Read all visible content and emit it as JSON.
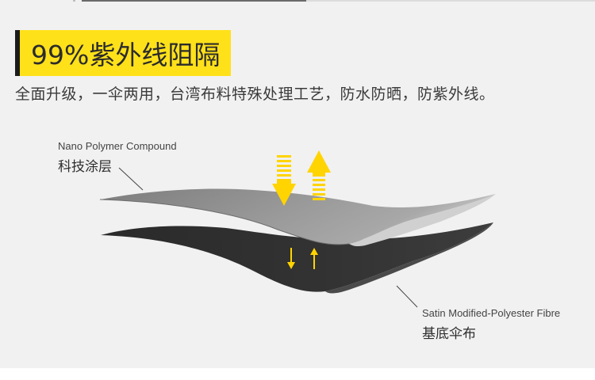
{
  "heading": {
    "title": "99%紫外线阻隔",
    "subtitle": "全面升级，一伞两用，台湾布料特殊处理工艺，防水防晒，防紫外线。"
  },
  "layers": {
    "top": {
      "english": "Nano Polymer Compound",
      "chinese": "科技涂层"
    },
    "bottom": {
      "english": "Satin Modified-Polyester Fibre",
      "chinese": "基底伞布"
    }
  },
  "colors": {
    "background": "#f1f1f1",
    "accent_yellow": "#ffe11a",
    "arrow_yellow": "#ffd400",
    "top_layer": "#8a8a8a",
    "bottom_layer": "#2f2f2f"
  },
  "icons": [
    "down-arrow-icon",
    "up-arrow-icon",
    "small-down-arrow-icon",
    "small-up-arrow-icon"
  ]
}
